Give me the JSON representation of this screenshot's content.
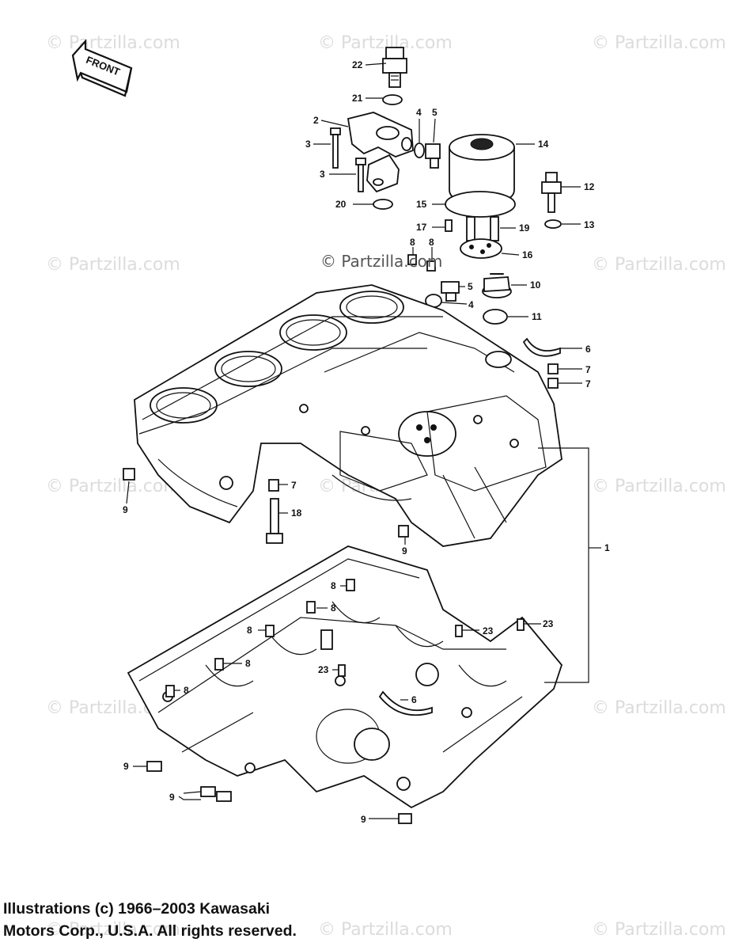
{
  "watermark": "© Partzilla.com",
  "watermark_center": "© Partzilla.com",
  "front_label": "FRONT",
  "copyright": {
    "line1": "Illustrations (c) 1966–2003 Kawasaki",
    "line2": "Motors Corp., U.S.A.  All rights reserved."
  },
  "callouts": {
    "c22": "22",
    "c21": "21",
    "c2": "2",
    "c3a": "3",
    "c3b": "3",
    "c4a": "4",
    "c5a": "5",
    "c14": "14",
    "c12": "12",
    "c13": "13",
    "c20": "20",
    "c15": "15",
    "c17": "17",
    "c19": "19",
    "c8a": "8",
    "c8b": "8",
    "c16": "16",
    "c5b": "5",
    "c10": "10",
    "c4b": "4",
    "c11": "11",
    "c6a": "6",
    "c7a": "7",
    "c7b": "7",
    "c9a": "9",
    "c7c": "7",
    "c18": "18",
    "c9b": "9",
    "c1": "1",
    "c8c": "8",
    "c8d": "8",
    "c8e": "8",
    "c8f": "8",
    "c23a": "23",
    "c23b": "23",
    "c23c": "23",
    "c8g": "8",
    "c6b": "6",
    "c9c": "9",
    "c9d": "9",
    "c9e": "9"
  }
}
